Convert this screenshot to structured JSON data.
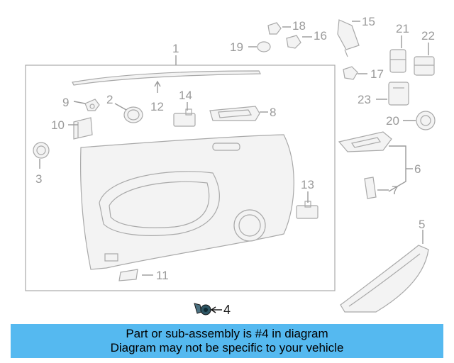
{
  "diagram": {
    "callouts": [
      "1",
      "2",
      "3",
      "4",
      "5",
      "6",
      "7",
      "8",
      "9",
      "10",
      "11",
      "12",
      "13",
      "14",
      "15",
      "16",
      "17",
      "18",
      "19",
      "20",
      "21",
      "22",
      "23"
    ],
    "highlighted_part": "4",
    "colors": {
      "line": "#a9a9a9",
      "text": "#9a9a9a",
      "highlight": "#1a1a1a",
      "banner": "#55b9f0"
    }
  },
  "banner": {
    "line1": "Part or sub-assembly is #4 in diagram",
    "line2": "Diagram may not be specific to your vehicle"
  }
}
